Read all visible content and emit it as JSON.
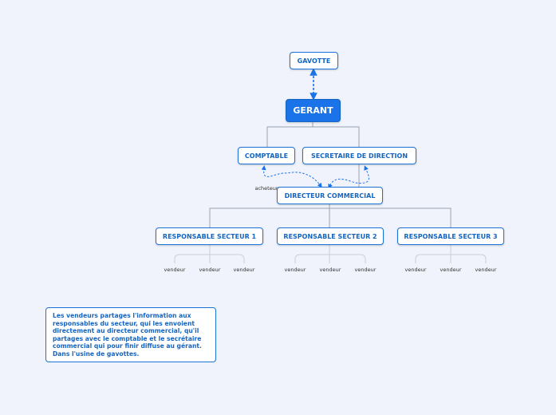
{
  "nodes": {
    "gavotte": "GAVOTTE",
    "gerant": "GERANT",
    "comptable": "COMPTABLE",
    "secretaire": "SECRETAIRE DE DIRECTION",
    "directeur": "DIRECTEUR COMMERCIAL",
    "resp1": "RESPONSABLE SECTEUR 1",
    "resp2": "RESPONSABLE SECTEUR 2",
    "resp3": "RESPONSABLE SECTEUR 3"
  },
  "relation_label": "acheteur",
  "vendeur_label": "vendeur",
  "note": "Les vendeurs partages l'information aux responsables du secteur, qui les envoient directement au directeur commercial, qu'il partages avec le comptable et le secrétaire commercial qui pour finir diffuse au gérant. Dans l'usine de gavottes.",
  "colors": {
    "accent": "#1a73e8",
    "border": "#1a73d9",
    "text": "#1565c0",
    "connector": "#9aa3b0",
    "background": "#f0f3fb"
  }
}
